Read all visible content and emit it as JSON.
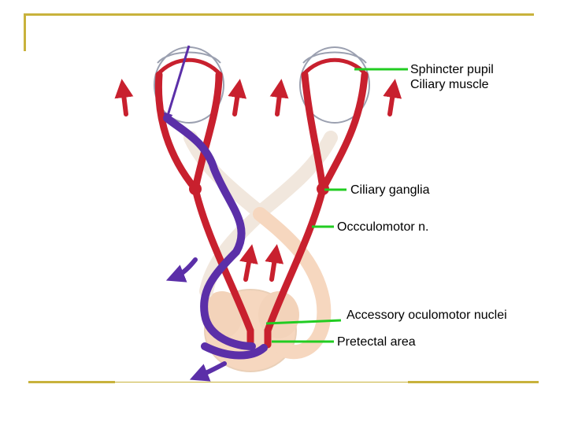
{
  "labels": {
    "sphincter_pupil": "Sphincter pupil",
    "ciliary_muscle": "Ciliary muscle",
    "ciliary_ganglia": "Ciliary  ganglia",
    "oculomotor_n": "Occculomotor n.",
    "accessory_nuclei": "Accessory oculomotor nuclei",
    "pretectal_area": "Pretectal area"
  },
  "colors": {
    "frame": "#c8b23c",
    "pointer": "#22cc22",
    "efferent": "#c8202e",
    "afferent": "#5b2fa8",
    "optic": "#f1e7dd",
    "midbrain": "#f6d7bf"
  }
}
